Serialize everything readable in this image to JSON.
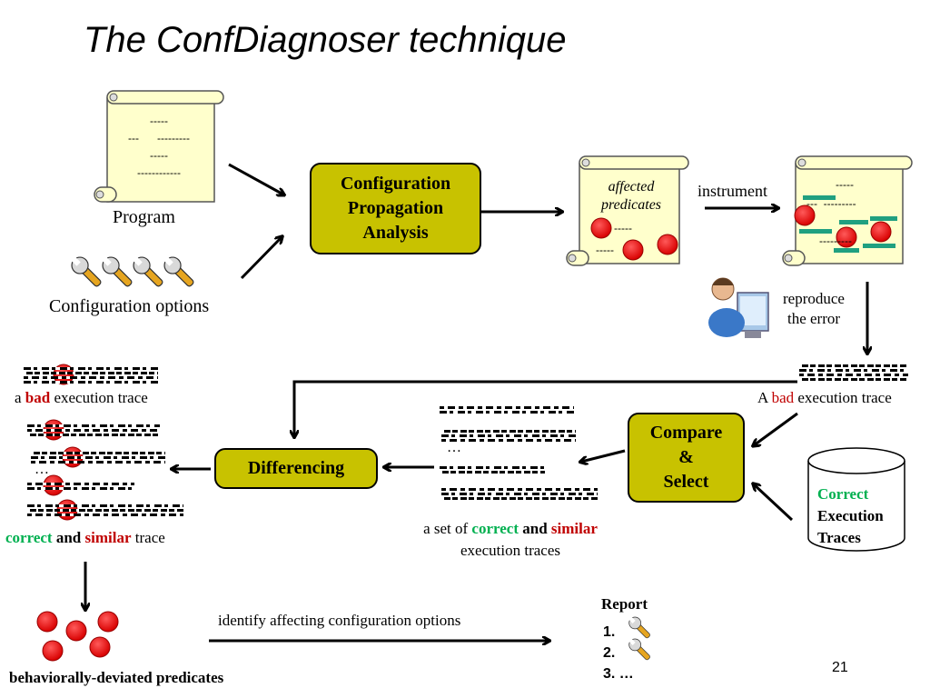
{
  "title": "The ConfDiagnoser technique",
  "program": {
    "scroll_lines": [
      "-----",
      "---      ---------",
      "-----",
      "------------"
    ],
    "label": "Program"
  },
  "config_options": {
    "label": "Configuration options"
  },
  "config_propagation": {
    "line1": "Configuration",
    "line2": "Propagation",
    "line3": "Analysis"
  },
  "affected": {
    "line1": "affected",
    "line2": "predicates",
    "dash1": "-----",
    "dash2": "-----"
  },
  "instrument": {
    "label": "instrument"
  },
  "instrumented": {
    "dash1": "-----",
    "dash2": "---  ---------",
    "dash3": "---------"
  },
  "reproduce": {
    "line1": "reproduce",
    "line2": "the error"
  },
  "bad_trace_right": {
    "prefix": "A",
    "bad": "bad",
    "suffix": "execution trace"
  },
  "bad_trace_left": {
    "prefix": "a",
    "bad": "bad",
    "suffix": "execution trace"
  },
  "compare_select": {
    "line1": "Compare",
    "line2": "&",
    "line3": "Select"
  },
  "correct_traces": {
    "line1": "Correct",
    "line2": "Execution",
    "line3": "Traces"
  },
  "trace_set": {
    "prefix": "a set of",
    "correct": "correct",
    "and": "and",
    "similar": "similar",
    "line2": "execution traces",
    "dots": "…"
  },
  "differencing": {
    "label": "Differencing"
  },
  "similar_trace": {
    "correct": "correct",
    "and": "and",
    "similar": "similar",
    "suffix": "trace",
    "dots": "…"
  },
  "deviated": {
    "label": "behaviorally-deviated predicates"
  },
  "identify": {
    "label": "identify affecting configuration options"
  },
  "report": {
    "title": "Report",
    "items": [
      "1.",
      "2.",
      "3. …"
    ]
  },
  "page_number": "21",
  "colors": {
    "box": "#c8c200",
    "bad": "#c00000",
    "correct": "#00b050",
    "dot": "#e00000",
    "predicate_bar": "#20a080",
    "scroll": "#ffffcc"
  }
}
